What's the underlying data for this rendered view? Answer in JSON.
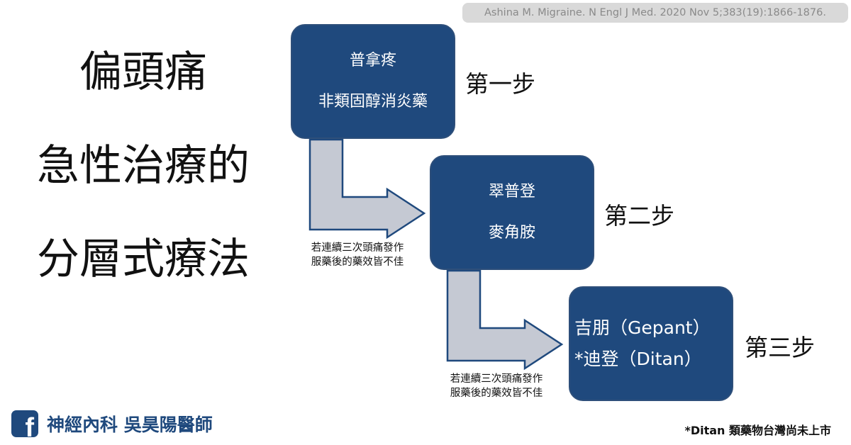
{
  "citation": "Ashina M. Migraine. N Engl J Med. 2020 Nov 5;383(19):1866-1876.",
  "title": {
    "lines": [
      "偏頭痛",
      "急性治療的",
      "分層式療法"
    ]
  },
  "steps": [
    {
      "lines": [
        "普拿疼",
        "非類固醇消炎藥"
      ],
      "label": "第一步"
    },
    {
      "lines": [
        "翠普登",
        "麥角胺"
      ],
      "label": "第二步"
    },
    {
      "lines": [
        "吉朋（Gepant）",
        "*迪登（Ditan）"
      ],
      "label": "第三步"
    }
  ],
  "escalation_notes": [
    {
      "line1": "若連續三次頭痛發作",
      "line2": "服藥後的藥效皆不佳"
    },
    {
      "line1": "若連續三次頭痛發作",
      "line2": "服藥後的藥效皆不佳"
    }
  ],
  "footer": {
    "icon": "facebook-icon",
    "icon_glyph": "f",
    "author": "神經內科 吳昊陽醫師",
    "footnote": "*Ditan 類藥物台灣尚未上市"
  },
  "colors": {
    "box": "#1f497d",
    "arrow_fill": "#c5c9d3",
    "arrow_stroke": "#1f497d",
    "citation_bg": "#d9d9d9"
  }
}
